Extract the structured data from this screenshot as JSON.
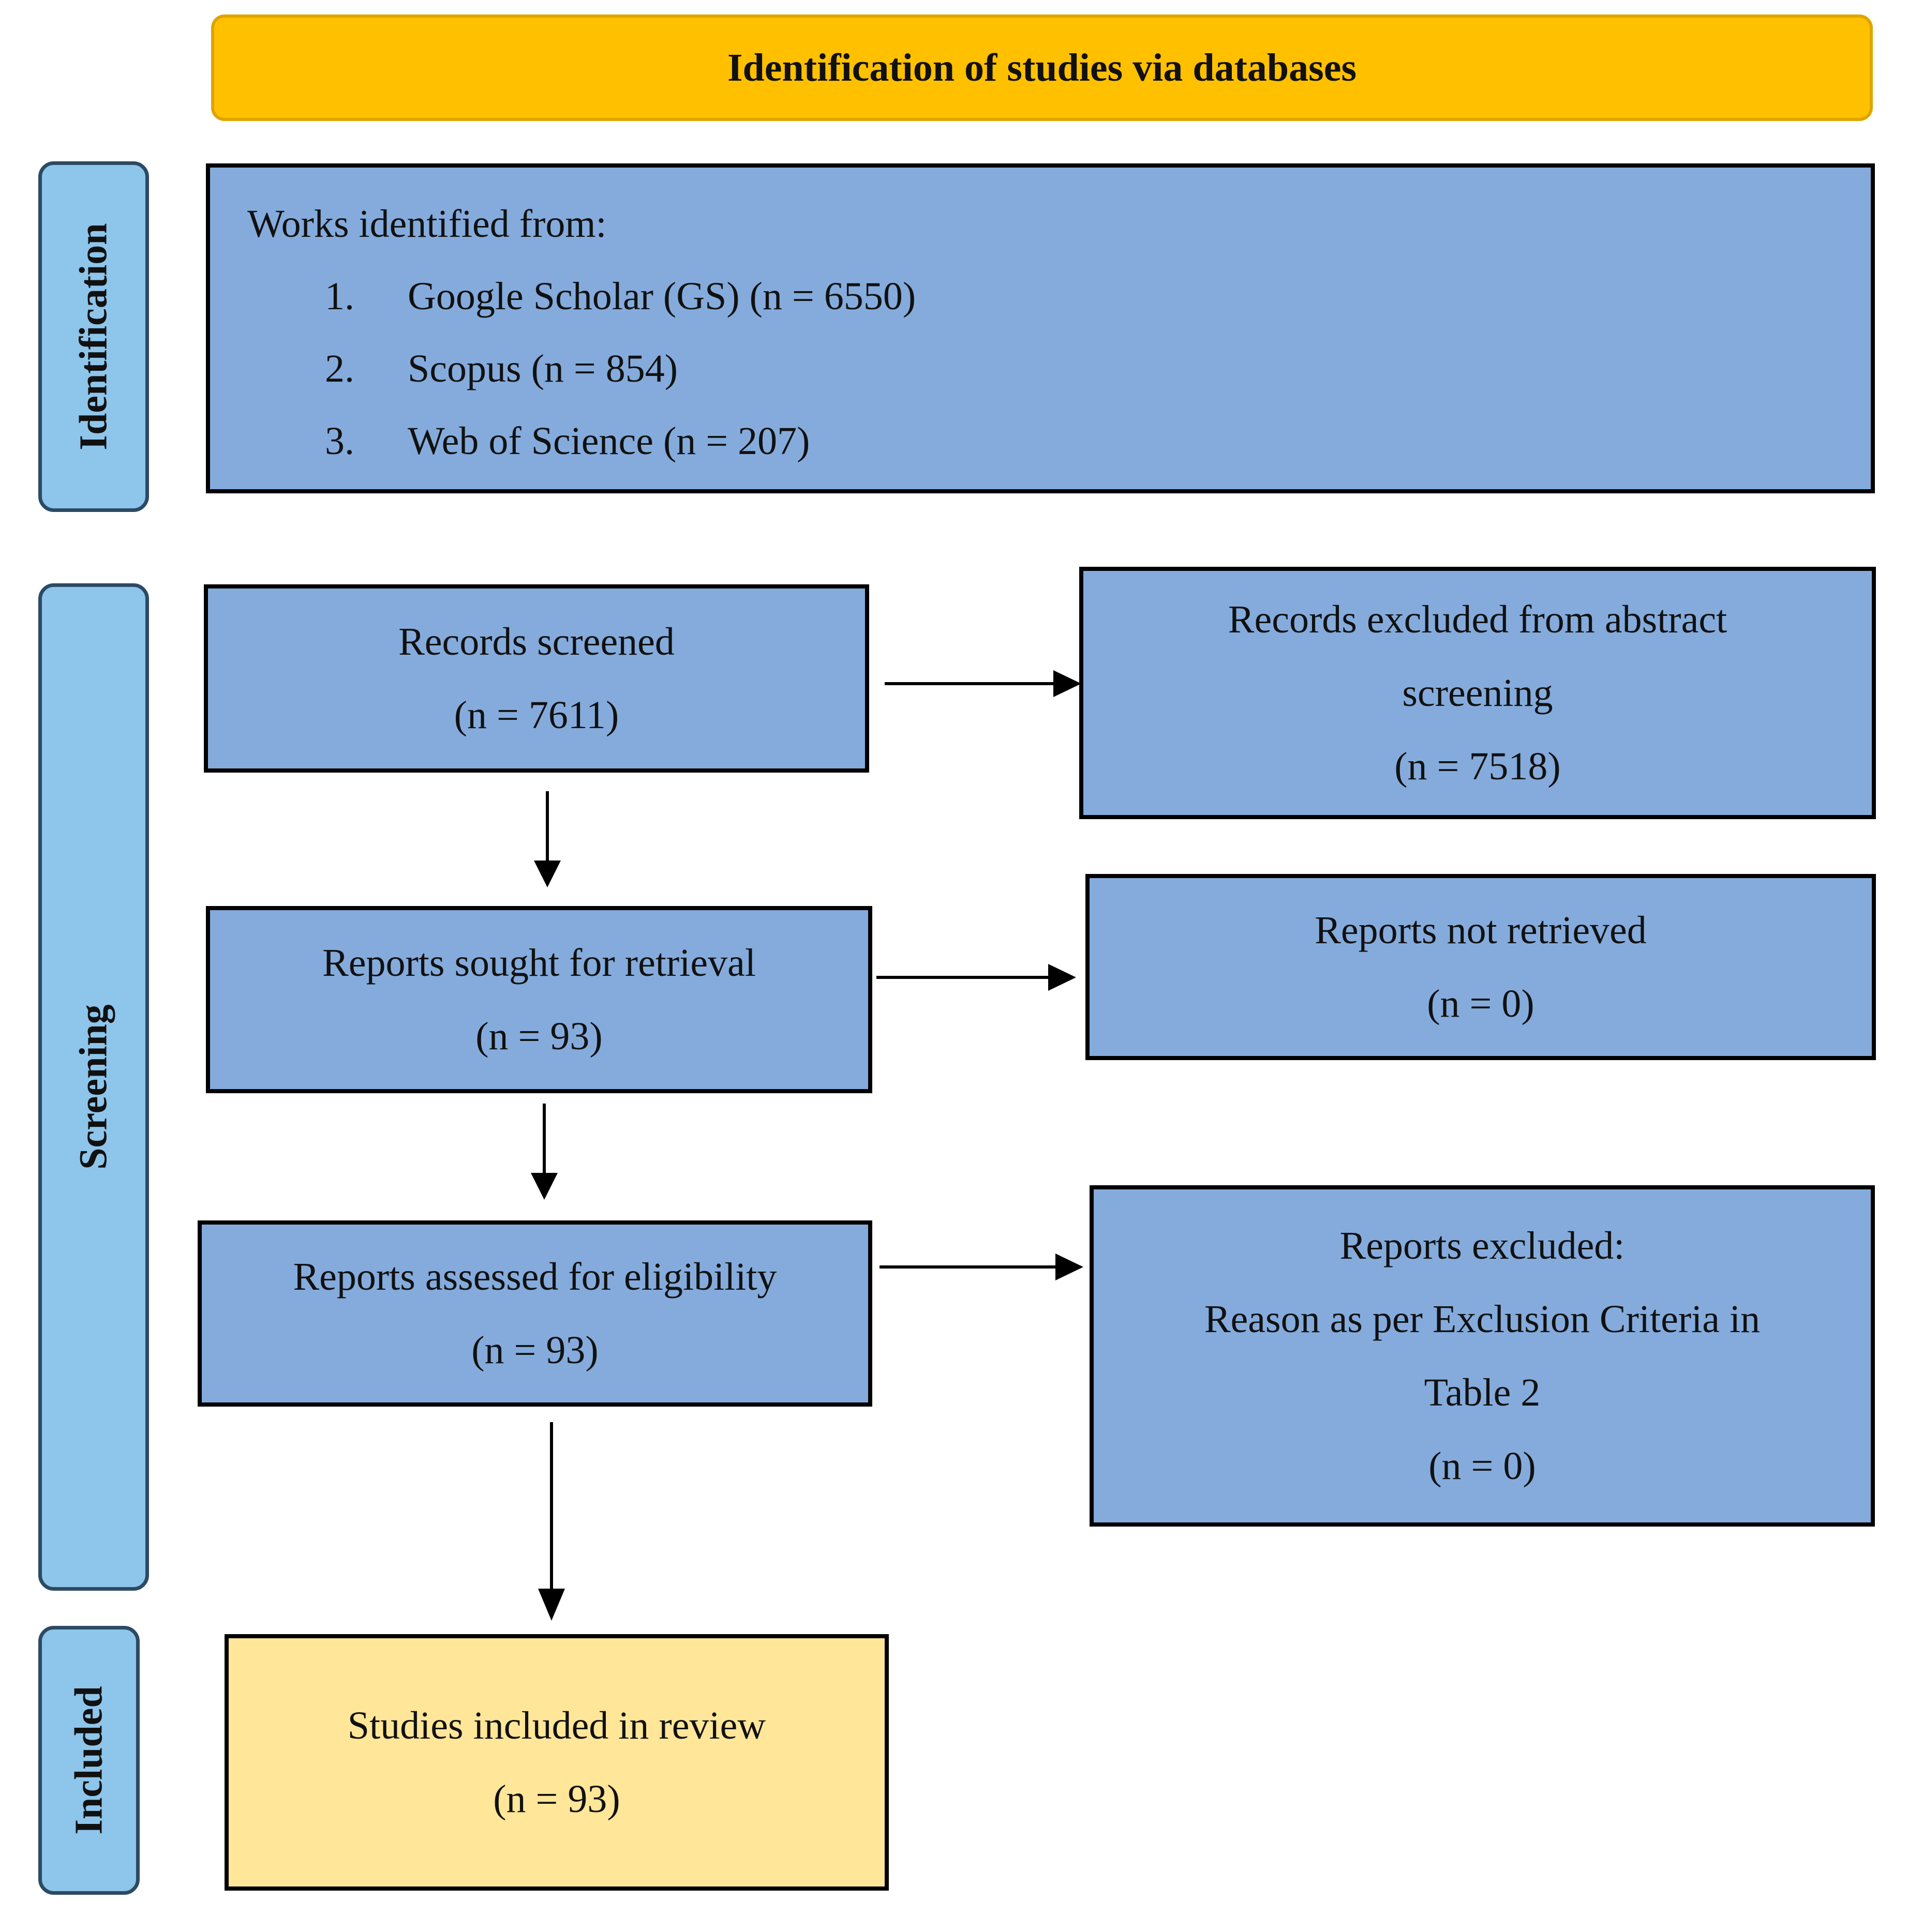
{
  "header": {
    "title": "Identification of studies via databases"
  },
  "stages": {
    "identification": "Identification",
    "screening": "Screening",
    "included": "Included"
  },
  "identified": {
    "title": "Works identified from:",
    "sources": [
      {
        "num": "1.",
        "text": "Google Scholar (GS) (n = 6550)"
      },
      {
        "num": "2.",
        "text": "Scopus (n = 854)"
      },
      {
        "num": "3.",
        "text": "Web of Science (n = 207)"
      }
    ]
  },
  "records_screened": {
    "label": "Records screened",
    "count": "(n = 7611)"
  },
  "records_excluded": {
    "line1": "Records excluded from abstract",
    "line2": "screening",
    "count": "(n = 7518)"
  },
  "reports_sought": {
    "label": "Reports sought for retrieval",
    "count": "(n = 93)"
  },
  "reports_not_retrieved": {
    "label": "Reports not retrieved",
    "count": "(n = 0)"
  },
  "reports_assessed": {
    "label": "Reports assessed for eligibility",
    "count": "(n = 93)"
  },
  "reports_excluded": {
    "line1": "Reports excluded:",
    "line2": "Reason as per Exclusion Criteria in",
    "line3": "Table 2",
    "count": "(n = 0)"
  },
  "studies_included": {
    "label": "Studies included in review",
    "count": "(n = 93)"
  }
}
